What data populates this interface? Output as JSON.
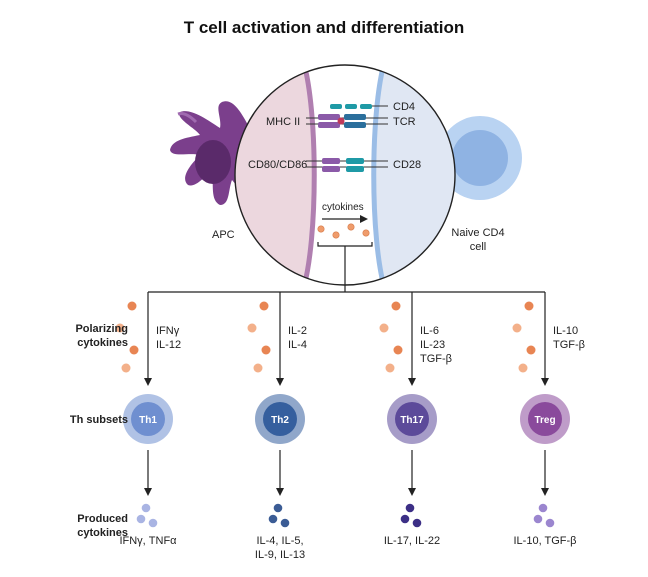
{
  "title": "T cell activation and differentiation",
  "synapse": {
    "apc_label": "APC",
    "naive_label_1": "Naive CD4",
    "naive_label_2": "cell",
    "mhc_label": "MHC II",
    "tcr_label": "TCR",
    "cd4_label": "CD4",
    "cd80_label": "CD80/CD86",
    "cd28_label": "CD28",
    "cytokines_label": "cytokines"
  },
  "row_labels": {
    "polarizing_1": "Polarizing",
    "polarizing_2": "cytokines",
    "subsets": "Th subsets",
    "produced_1": "Produced",
    "produced_2": "cytokines"
  },
  "subsets": [
    {
      "name": "Th1",
      "color": "#6f8fd0",
      "dot_color": "#a9b4e3",
      "polarizing": [
        "IFNγ",
        "IL-12"
      ],
      "produced": [
        "IFNγ, TNFα"
      ]
    },
    {
      "name": "Th2",
      "color": "#355f9e",
      "dot_color": "#3b5c95",
      "polarizing": [
        "IL-2",
        "IL-4"
      ],
      "produced": [
        "IL-4, IL-5,",
        "IL-9, IL-13"
      ]
    },
    {
      "name": "Th17",
      "color": "#5c4a9a",
      "dot_color": "#3c2f86",
      "polarizing": [
        "IL-6",
        "IL-23",
        "TGF-β"
      ],
      "produced": [
        "IL-17, IL-22"
      ]
    },
    {
      "name": "Treg",
      "color": "#8a4a9c",
      "dot_color": "#9b86cf",
      "polarizing": [
        "IL-10",
        "TGF-β"
      ],
      "produced": [
        "IL-10, TGF-β"
      ]
    }
  ],
  "colors": {
    "apc": "#7b3f8c",
    "apc_nucleus": "#5a2a6a",
    "naive_cell": "#a8c8ee",
    "naive_nucleus": "#8fb3e3",
    "apc_zone": "#ecd7de",
    "tcell_zone": "#e0e7f3",
    "orange_dot": "#ef9c6c"
  }
}
